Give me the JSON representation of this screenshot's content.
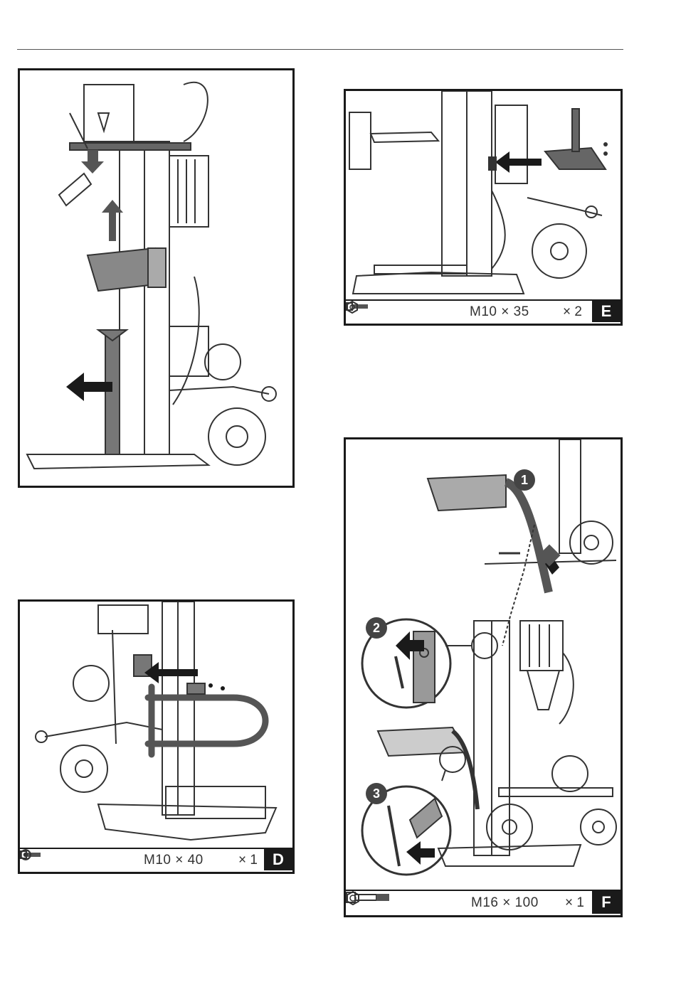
{
  "panels": {
    "E": {
      "spec": "M10 × 35",
      "qty": "× 2",
      "letter": "E",
      "parts": [
        "bolt-icon",
        "nut-icon"
      ]
    },
    "D": {
      "spec": "M10 × 40",
      "qty": "× 1",
      "letter": "D",
      "parts": [
        "bolt-icon",
        "washer-icon",
        "washer-icon",
        "nut-icon"
      ]
    },
    "F": {
      "spec": "M16 × 100",
      "qty": "× 1",
      "letter": "F",
      "parts": [
        "bolt-icon",
        "nut-icon"
      ],
      "steps": [
        "1",
        "2",
        "3"
      ]
    }
  }
}
